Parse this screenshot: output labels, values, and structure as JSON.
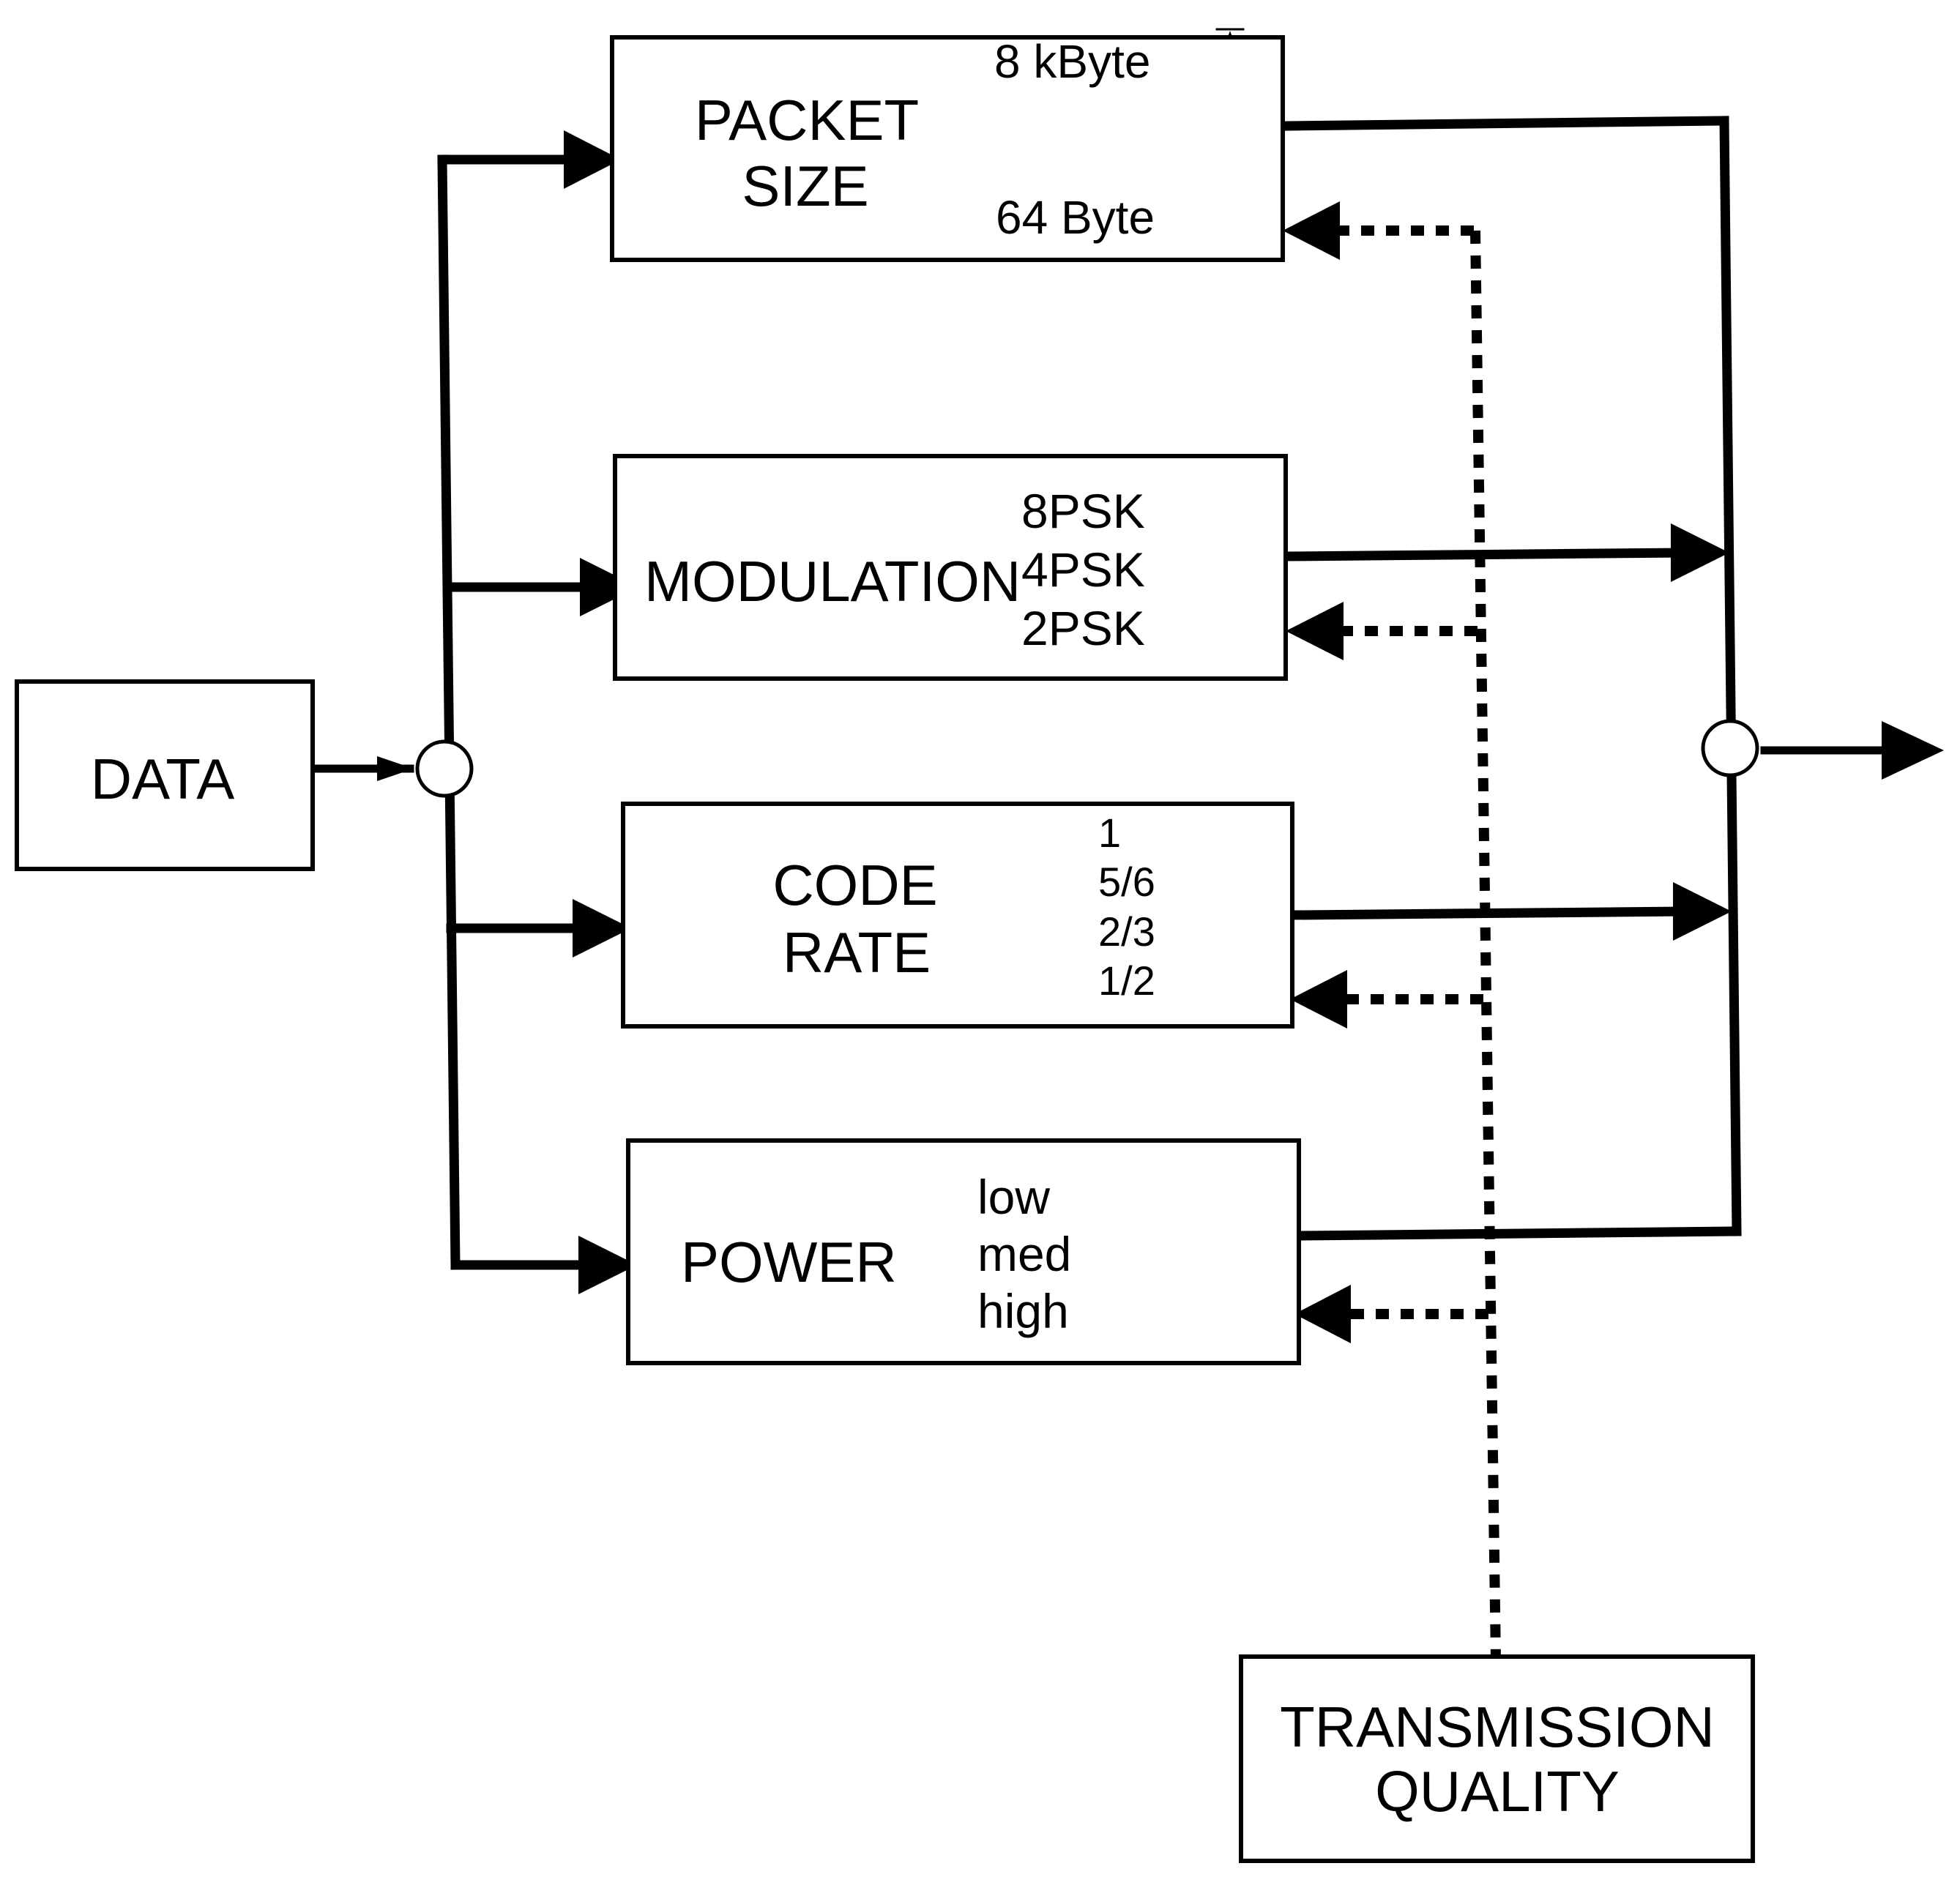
{
  "data_block": {
    "label": "DATA"
  },
  "packet_size": {
    "title_line1": "PACKET",
    "title_line2": "SIZE",
    "range_top": "8 kByte",
    "range_bottom": "64 Byte"
  },
  "modulation": {
    "title": "MODULATION",
    "options": [
      "8PSK",
      "4PSK",
      "2PSK"
    ]
  },
  "code_rate": {
    "title_line1": "CODE",
    "title_line2": "RATE",
    "options": [
      "1",
      "5/6",
      "2/3",
      "1/2"
    ]
  },
  "power": {
    "title": "POWER",
    "options": [
      "low",
      "med",
      "high"
    ]
  },
  "transmission_quality": {
    "title_line1": "TRANSMISSION",
    "title_line2": "QUALITY"
  },
  "colors": {
    "line": "#000000",
    "background": "#ffffff"
  }
}
